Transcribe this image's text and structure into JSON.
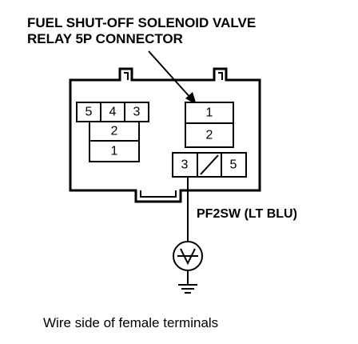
{
  "title": {
    "line1": "FUEL SHUT-OFF SOLENOID VALVE",
    "line2": "RELAY 5P CONNECTOR"
  },
  "left_cavity": {
    "top_row": [
      "5",
      "4",
      "3"
    ],
    "middle": "2",
    "bottom": "1"
  },
  "right_cavity": {
    "top": "1",
    "middle": "2",
    "bottom_left": "3",
    "bottom_right": "5"
  },
  "wire_label": "PF2SW (LT BLU)",
  "meter_icon": "voltmeter-icon",
  "ground_icon": "ground-icon",
  "caption": "Wire side of female terminals"
}
